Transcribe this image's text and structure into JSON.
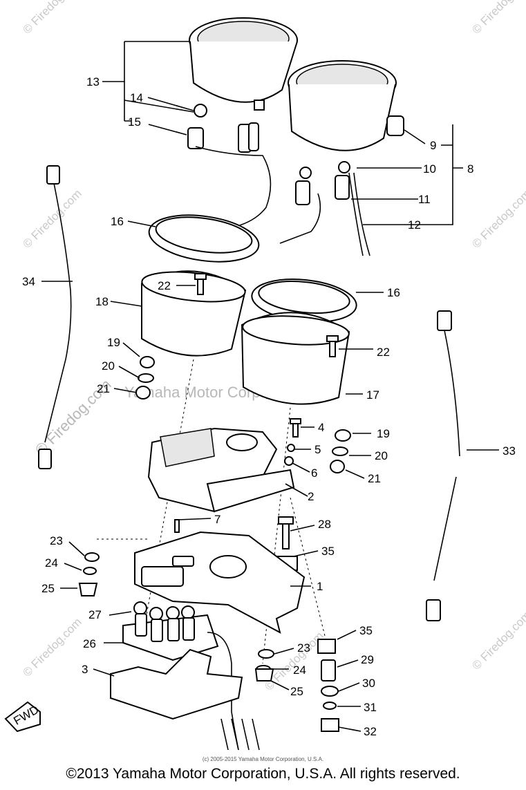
{
  "watermarks": {
    "site": "© Firedog.com",
    "center": "Yamaha Motor Corp., U.S.A."
  },
  "fwd_label": "FWD",
  "callouts": {
    "n1": "1",
    "n2": "2",
    "n3": "3",
    "n4": "4",
    "n5": "5",
    "n6": "6",
    "n7": "7",
    "n8": "8",
    "n9": "9",
    "n10": "10",
    "n11": "11",
    "n12": "12",
    "n13": "13",
    "n14": "14",
    "n15": "15",
    "n16a": "16",
    "n16b": "16",
    "n17": "17",
    "n18": "18",
    "n19a": "19",
    "n19b": "19",
    "n20a": "20",
    "n20b": "20",
    "n21a": "21",
    "n21b": "21",
    "n22a": "22",
    "n22b": "22",
    "n23a": "23",
    "n23b": "23",
    "n24a": "24",
    "n24b": "24",
    "n25a": "25",
    "n25b": "25",
    "n26": "26",
    "n27": "27",
    "n28": "28",
    "n29": "29",
    "n30": "30",
    "n31": "31",
    "n32": "32",
    "n33": "33",
    "n34": "34",
    "n35a": "35",
    "n35b": "35"
  },
  "footer": {
    "small": "(c) 2005-2015 Yamaha Motor Corporation, U.S.A.",
    "copyright": "©2013 Yamaha Motor Corporation, U.S.A. All rights reserved."
  }
}
